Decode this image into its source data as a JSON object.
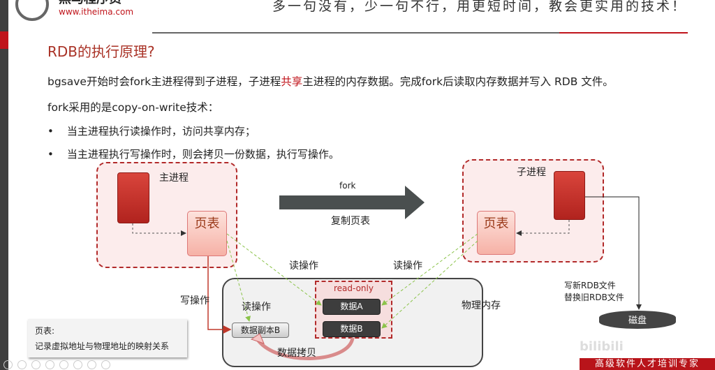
{
  "header": {
    "logo_name": "黑马程序员",
    "logo_url": "www.itheima.com",
    "slogan": "多一句没有，少一句不行，用更短时间，教会更实用的技术！"
  },
  "slide": {
    "title": "RDB的执行原理?",
    "line1_a": "bgsave开始时会fork主进程得到子进程，子进程",
    "line1_red": "共享",
    "line1_b": "主进程的内存数据。完成fork后读取内存数据并写入 RDB 文件。",
    "line2": "fork采用的是copy-on-write技术：",
    "bullets": [
      "当主进程执行读操作时，访问共享内存；",
      "当主进程执行写操作时，则会拷贝一份数据，执行写操作。"
    ]
  },
  "diagram": {
    "main_process": "主进程",
    "child_process": "子进程",
    "page_table": "页表",
    "fork": "fork",
    "copy_page_table": "复制页表",
    "read_op": "读操作",
    "write_op": "写操作",
    "read_only": "read-only",
    "data_a": "数据A",
    "data_b": "数据B",
    "data_copy_b": "数据副本B",
    "data_copy": "数据拷贝",
    "physical_memory": "物理内存",
    "write_new_rdb": "写新RDB文件",
    "replace_old_rdb": "替换旧RDB文件",
    "disk": "磁盘"
  },
  "legend": {
    "title": "页表:",
    "text": "记录虚拟地址与物理地址的映射关系"
  },
  "footer": {
    "banner": "高级软件人才培训专家",
    "watermark": "bilibili"
  }
}
